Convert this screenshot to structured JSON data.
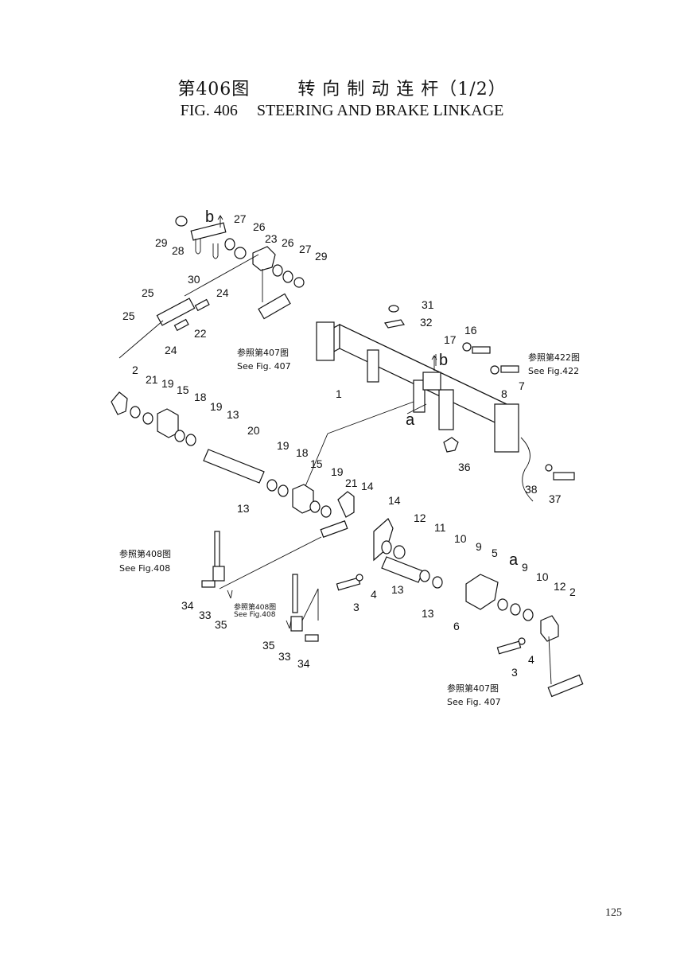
{
  "header": {
    "fig_cn": "第406图",
    "title_cn": "转 向 制 动 连 杆（1/2）",
    "fig_en": "FIG. 406",
    "title_en": "STEERING AND BRAKE LINKAGE"
  },
  "references": {
    "fig407_cn": "参照第407图",
    "fig407_en": "See Fig. 407",
    "fig422_cn": "参照第422图",
    "fig422_en": "See Fig.422",
    "fig408_cn": "参照第408图",
    "fig408_en": "See Fig.408"
  },
  "view_markers": [
    "b",
    "b",
    "a",
    "a"
  ],
  "callouts": [
    "29",
    "28",
    "27",
    "26",
    "23",
    "26",
    "27",
    "29",
    "30",
    "25",
    "24",
    "25",
    "22",
    "24",
    "2",
    "21",
    "19",
    "15",
    "18",
    "19",
    "13",
    "20",
    "19",
    "18",
    "15",
    "19",
    "21",
    "14",
    "13",
    "31",
    "32",
    "17",
    "16",
    "1",
    "8",
    "7",
    "36",
    "38",
    "37",
    "14",
    "12",
    "11",
    "10",
    "9",
    "5",
    "4",
    "3",
    "13",
    "13",
    "6",
    "9",
    "10",
    "12",
    "2",
    "34",
    "33",
    "35",
    "35",
    "33",
    "34",
    "4",
    "3"
  ],
  "page_number": "125"
}
